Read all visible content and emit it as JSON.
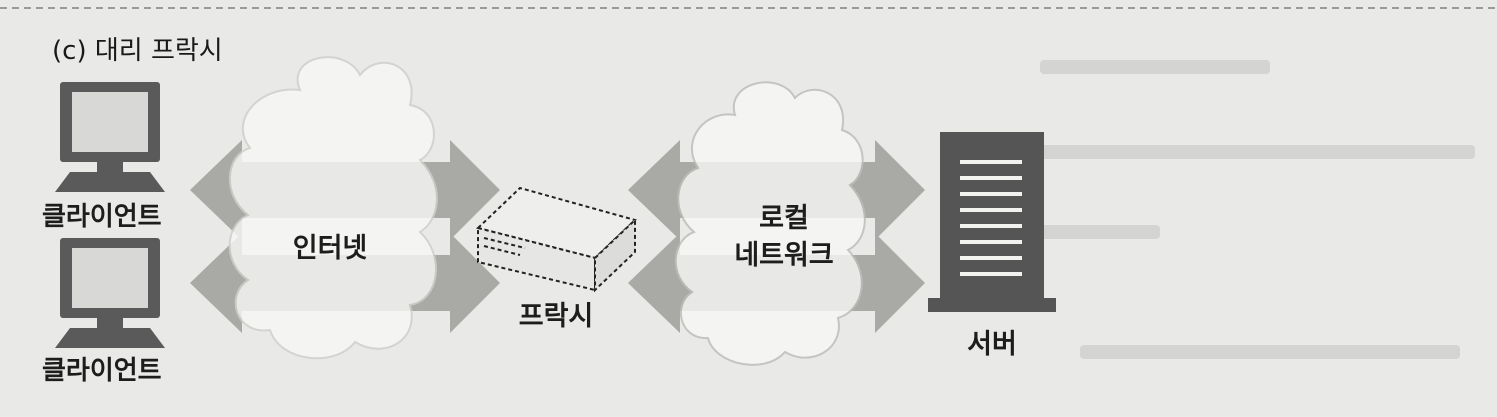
{
  "title": "(c) 대리 프락시",
  "clients": [
    {
      "label": "클라이언트"
    },
    {
      "label": "클라이언트"
    }
  ],
  "internet": {
    "label": "인터넷"
  },
  "proxy": {
    "label": "프락시"
  },
  "local_network": {
    "label_line1": "로컬",
    "label_line2": "네트워크"
  },
  "server": {
    "label": "서버"
  },
  "colors": {
    "background": "#e9e9e7",
    "arrow": "#a9a9a6",
    "cloud_fill": "#f7f7f5",
    "cloud_stroke": "#cfcfcc",
    "device": "#555555",
    "text": "#1d1d1d"
  }
}
